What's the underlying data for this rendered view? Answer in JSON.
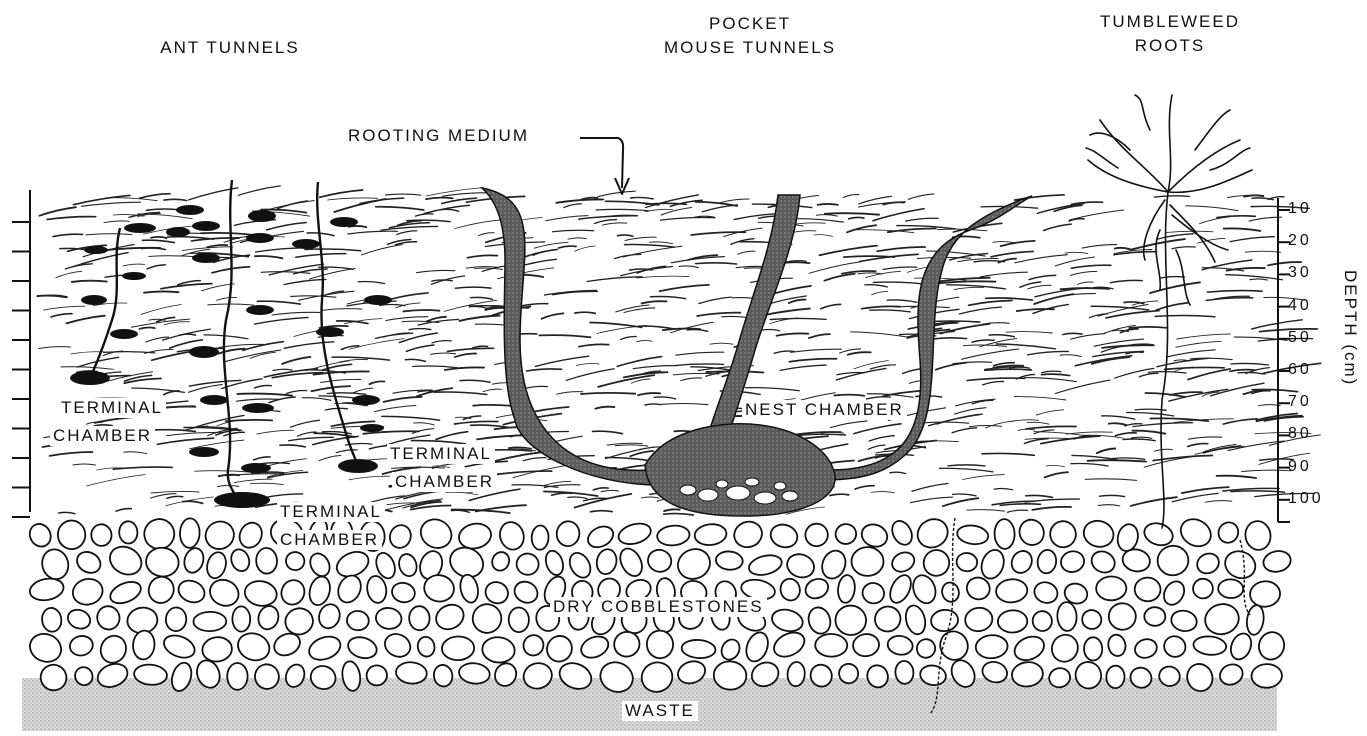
{
  "headings": {
    "ant_tunnels": "ANT TUNNELS",
    "pocket_mouse_line1": "POCKET",
    "pocket_mouse_line2": "MOUSE TUNNELS",
    "tumbleweed_line1": "TUMBLEWEED",
    "tumbleweed_line2": "ROOTS"
  },
  "labels": {
    "rooting_medium": "ROOTING MEDIUM",
    "terminal_chamber_a1": "TERMINAL",
    "terminal_chamber_a2": "CHAMBER",
    "terminal_chamber_b1": "TERMINAL",
    "terminal_chamber_b2": "CHAMBER",
    "terminal_chamber_c1": "TERMINAL",
    "terminal_chamber_c2": "CHAMBER",
    "nest_chamber": "NEST CHAMBER",
    "dry_cobblestones": "DRY COBBLESTONES",
    "waste": "WASTE"
  },
  "depth_axis": {
    "title": "DEPTH (cm)",
    "ticks": [
      "10",
      "20",
      "30",
      "40",
      "50",
      "60",
      "70",
      "80",
      "90",
      "100"
    ]
  },
  "colors": {
    "ink": "#111111",
    "tunnel_fill": "#555555",
    "waste_fill": "#d4d4d4",
    "background": "#ffffff"
  }
}
